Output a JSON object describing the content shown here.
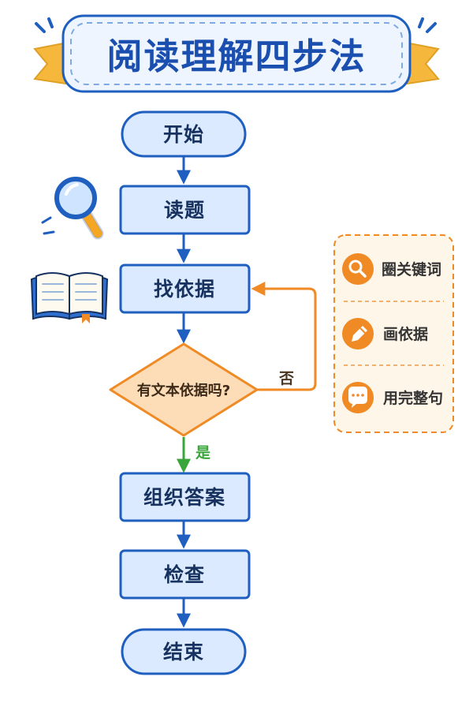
{
  "title": "阅读理解四步法",
  "nodes": {
    "start": "开始",
    "read_question": "读题",
    "find_evidence": "找依据",
    "decision": "有文本依据吗?",
    "organize_answer": "组织答案",
    "check": "检查",
    "end": "结束"
  },
  "branches": {
    "yes": "是",
    "no": "否"
  },
  "tips": [
    {
      "label": "圈关键词",
      "icon": "search-icon"
    },
    {
      "label": "画依据",
      "icon": "pencil-icon"
    },
    {
      "label": "用完整句",
      "icon": "speech-bubble-icon"
    }
  ],
  "colors": {
    "title": "#1a4fb0",
    "node_fill": "#dbeaff",
    "node_stroke": "#1f5fbf",
    "decision_fill": "#fddcb8",
    "decision_stroke": "#f08a24",
    "orange": "#f08a24",
    "green": "#3aa53a",
    "ribbon": "#f5b83d"
  }
}
